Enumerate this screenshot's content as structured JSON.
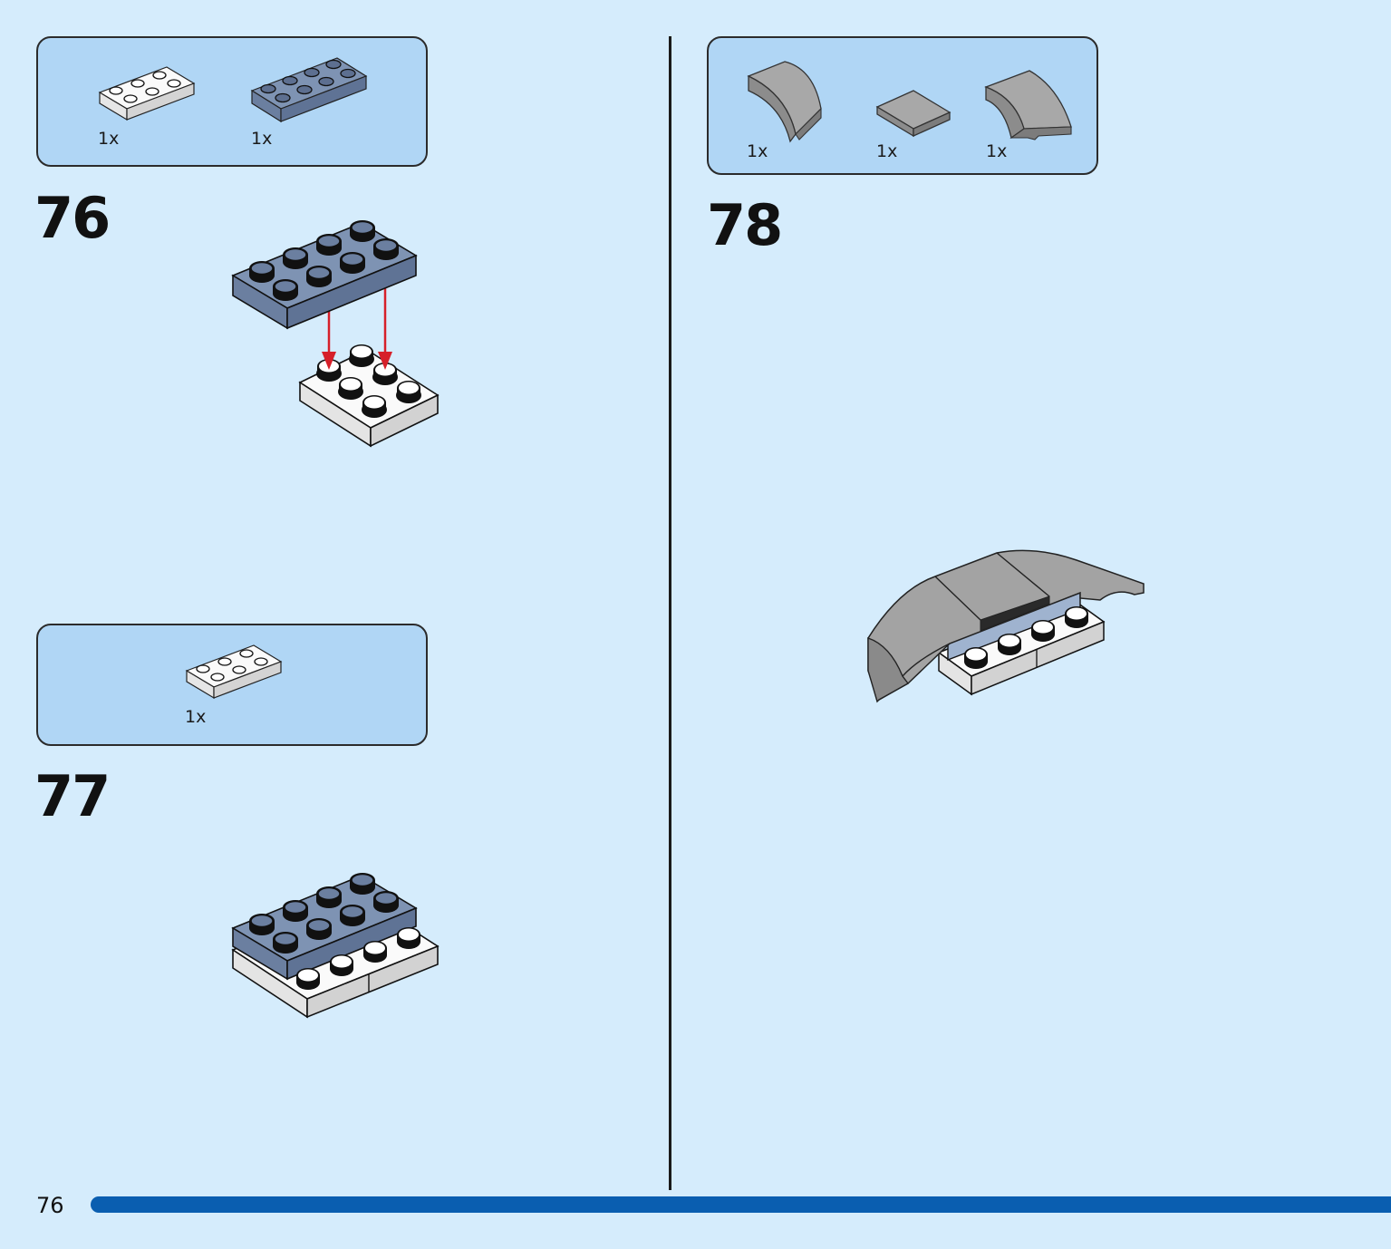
{
  "page": {
    "number": "76"
  },
  "steps": [
    {
      "number": "76",
      "parts": [
        {
          "qty": "1x",
          "icon": "plate-2x3-white-icon"
        },
        {
          "qty": "1x",
          "icon": "plate-2x4-sand-blue-icon"
        }
      ]
    },
    {
      "number": "77",
      "parts": [
        {
          "qty": "1x",
          "icon": "plate-2x3-white-icon"
        }
      ]
    },
    {
      "number": "78",
      "parts": [
        {
          "qty": "1x",
          "icon": "curved-slope-grey-icon"
        },
        {
          "qty": "1x",
          "icon": "tile-2x2-grey-icon"
        },
        {
          "qty": "1x",
          "icon": "curved-slope-grey-icon"
        }
      ]
    }
  ],
  "colors": {
    "background": "#d5ecfc",
    "parts_box": "#b0d6f5",
    "sand_blue": "#7a8fae",
    "white_brick": "#ffffff",
    "grey_brick": "#a0a0a0",
    "arrow": "#d6202a",
    "progress": "#0a5eb0"
  }
}
